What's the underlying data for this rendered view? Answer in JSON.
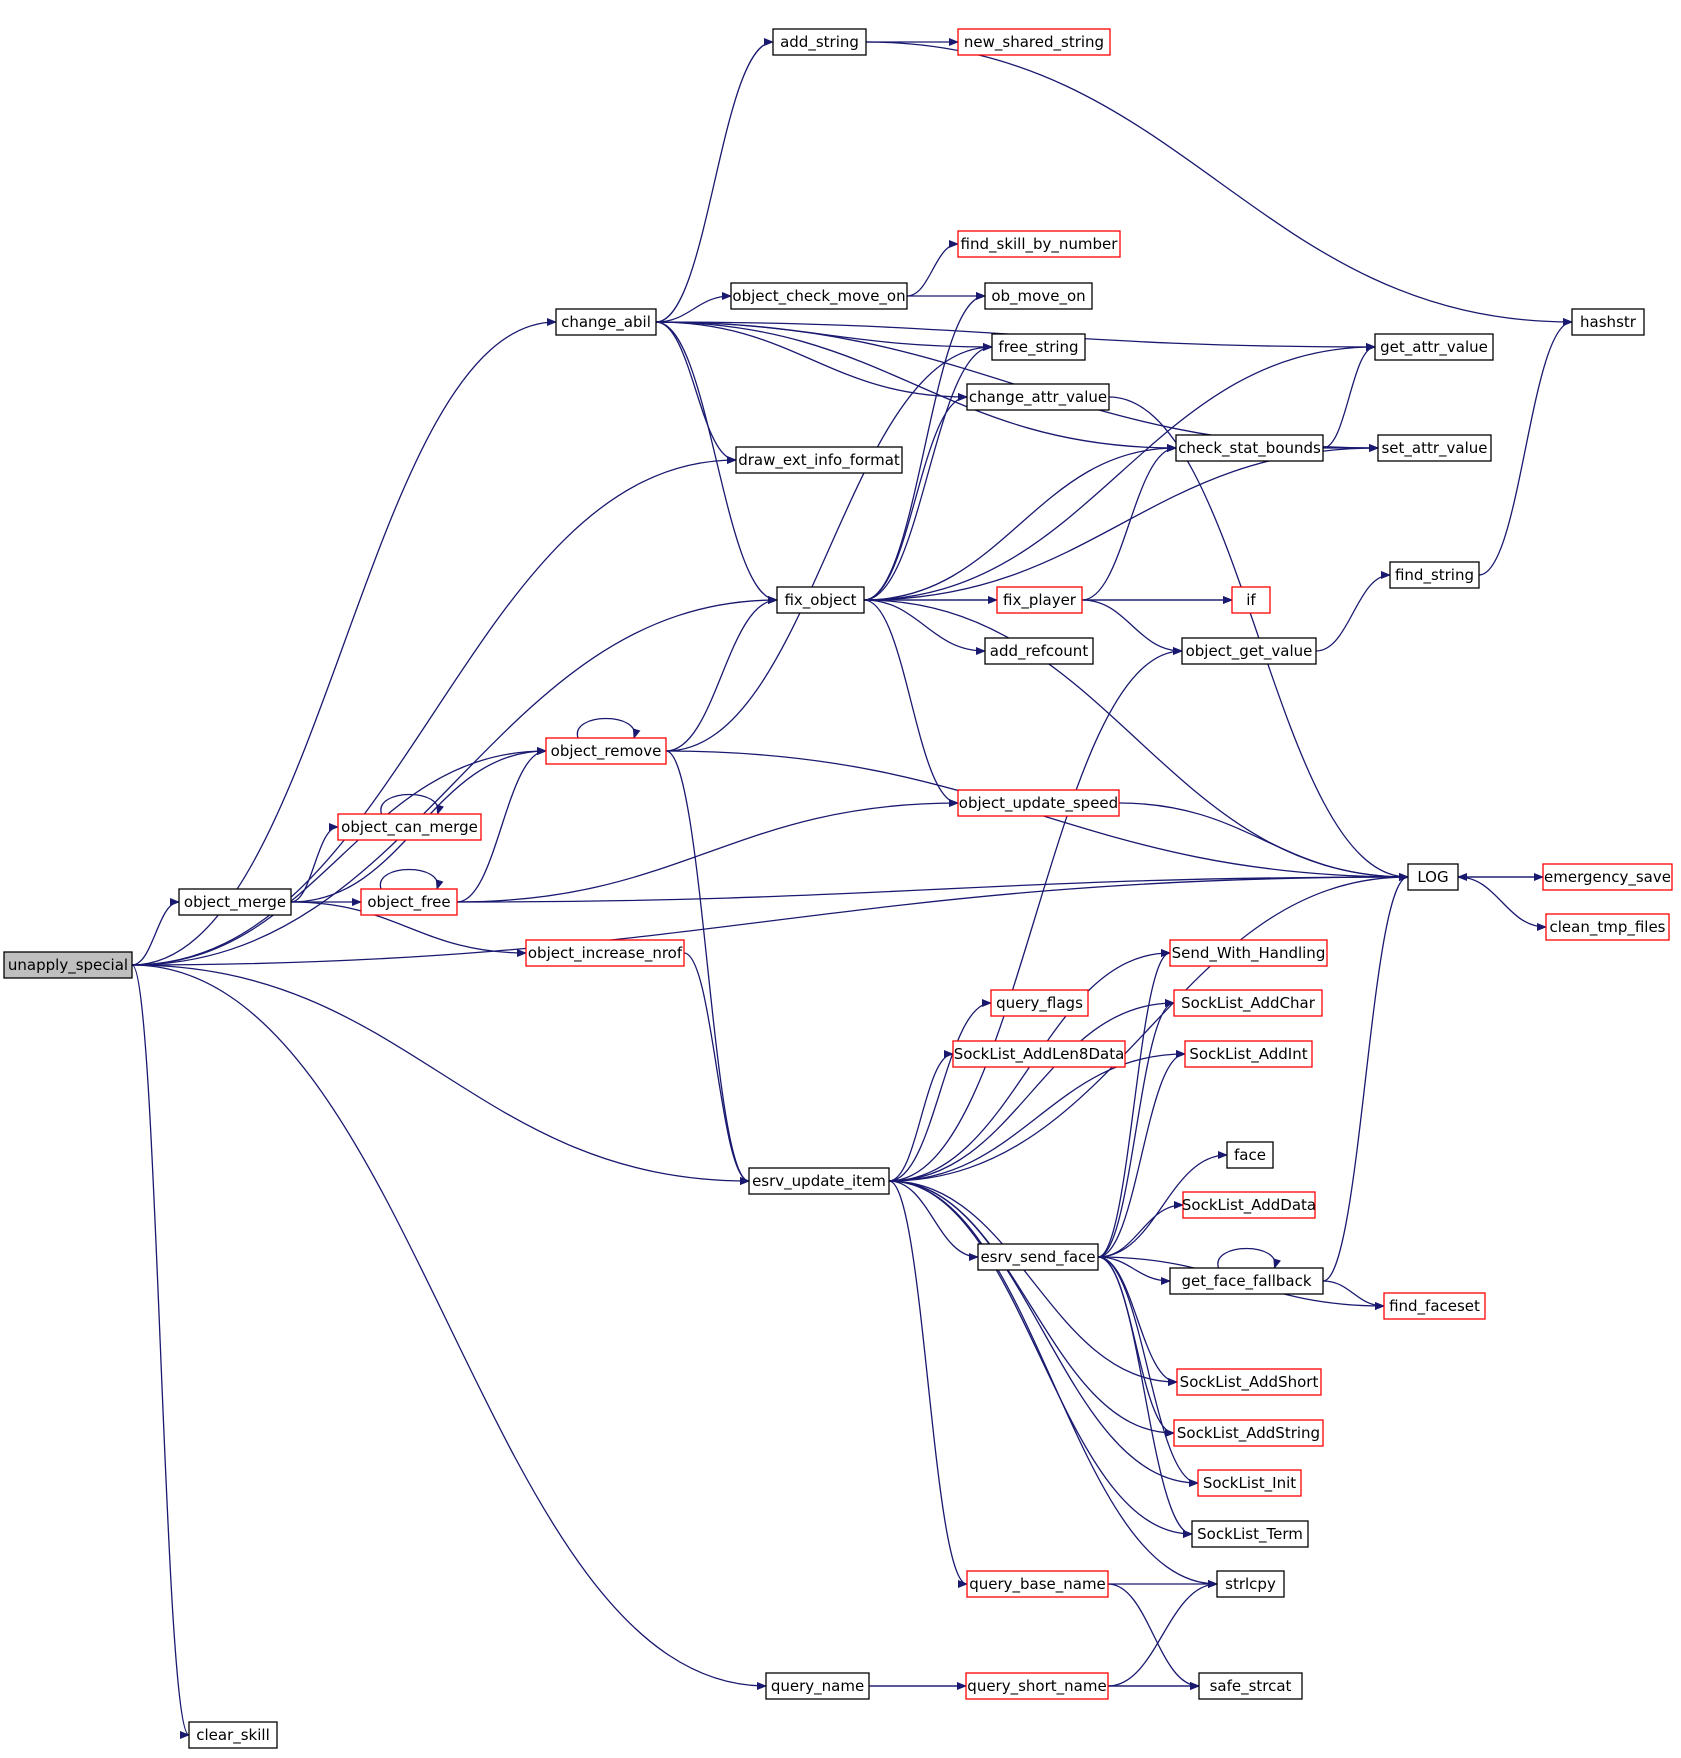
{
  "colors": {
    "edge": "#191970",
    "border_normal": "#000000",
    "border_truncated": "#ff0000",
    "root_fill": "#bfbfbf",
    "node_fill": "#ffffff"
  },
  "nodes": [
    {
      "id": "unapply_special",
      "label": "unapply_special",
      "root": true
    },
    {
      "id": "change_abil",
      "label": "change_abil"
    },
    {
      "id": "add_string",
      "label": "add_string"
    },
    {
      "id": "new_shared_string",
      "label": "new_shared_string",
      "truncated": true
    },
    {
      "id": "hashstr",
      "label": "hashstr"
    },
    {
      "id": "find_skill_by_number",
      "label": "find_skill_by_number",
      "truncated": true
    },
    {
      "id": "object_check_move_on",
      "label": "object_check_move_on"
    },
    {
      "id": "ob_move_on",
      "label": "ob_move_on"
    },
    {
      "id": "free_string",
      "label": "free_string"
    },
    {
      "id": "get_attr_value",
      "label": "get_attr_value"
    },
    {
      "id": "change_attr_value",
      "label": "change_attr_value"
    },
    {
      "id": "draw_ext_info_format",
      "label": "draw_ext_info_format"
    },
    {
      "id": "check_stat_bounds",
      "label": "check_stat_bounds"
    },
    {
      "id": "set_attr_value",
      "label": "set_attr_value"
    },
    {
      "id": "find_string",
      "label": "find_string"
    },
    {
      "id": "fix_object",
      "label": "fix_object"
    },
    {
      "id": "fix_player",
      "label": "fix_player",
      "truncated": true
    },
    {
      "id": "if",
      "label": "if",
      "truncated": true
    },
    {
      "id": "add_refcount",
      "label": "add_refcount"
    },
    {
      "id": "object_get_value",
      "label": "object_get_value"
    },
    {
      "id": "object_remove",
      "label": "object_remove",
      "truncated": true
    },
    {
      "id": "object_can_merge",
      "label": "object_can_merge",
      "truncated": true
    },
    {
      "id": "object_update_speed",
      "label": "object_update_speed",
      "truncated": true
    },
    {
      "id": "LOG",
      "label": "LOG"
    },
    {
      "id": "emergency_save",
      "label": "emergency_save",
      "truncated": true
    },
    {
      "id": "clean_tmp_files",
      "label": "clean_tmp_files",
      "truncated": true
    },
    {
      "id": "object_merge",
      "label": "object_merge"
    },
    {
      "id": "object_free",
      "label": "object_free",
      "truncated": true
    },
    {
      "id": "object_increase_nrof",
      "label": "object_increase_nrof",
      "truncated": true
    },
    {
      "id": "Send_With_Handling",
      "label": "Send_With_Handling",
      "truncated": true
    },
    {
      "id": "query_flags",
      "label": "query_flags",
      "truncated": true
    },
    {
      "id": "SockList_AddChar",
      "label": "SockList_AddChar",
      "truncated": true
    },
    {
      "id": "SockList_AddLen8Data",
      "label": "SockList_AddLen8Data",
      "truncated": true
    },
    {
      "id": "SockList_AddInt",
      "label": "SockList_AddInt",
      "truncated": true
    },
    {
      "id": "face",
      "label": "face"
    },
    {
      "id": "esrv_update_item",
      "label": "esrv_update_item"
    },
    {
      "id": "SockList_AddData",
      "label": "SockList_AddData",
      "truncated": true
    },
    {
      "id": "esrv_send_face",
      "label": "esrv_send_face"
    },
    {
      "id": "get_face_fallback",
      "label": "get_face_fallback"
    },
    {
      "id": "find_faceset",
      "label": "find_faceset",
      "truncated": true
    },
    {
      "id": "SockList_AddShort",
      "label": "SockList_AddShort",
      "truncated": true
    },
    {
      "id": "SockList_AddString",
      "label": "SockList_AddString",
      "truncated": true
    },
    {
      "id": "SockList_Init",
      "label": "SockList_Init",
      "truncated": true
    },
    {
      "id": "SockList_Term",
      "label": "SockList_Term"
    },
    {
      "id": "query_base_name",
      "label": "query_base_name",
      "truncated": true
    },
    {
      "id": "strlcpy",
      "label": "strlcpy"
    },
    {
      "id": "query_name",
      "label": "query_name"
    },
    {
      "id": "query_short_name",
      "label": "query_short_name",
      "truncated": true
    },
    {
      "id": "safe_strcat",
      "label": "safe_strcat"
    },
    {
      "id": "clear_skill",
      "label": "clear_skill"
    }
  ],
  "edges": [
    [
      "unapply_special",
      "change_abil"
    ],
    [
      "unapply_special",
      "draw_ext_info_format"
    ],
    [
      "unapply_special",
      "fix_object"
    ],
    [
      "unapply_special",
      "object_remove"
    ],
    [
      "unapply_special",
      "object_merge"
    ],
    [
      "unapply_special",
      "esrv_update_item"
    ],
    [
      "unapply_special",
      "LOG"
    ],
    [
      "unapply_special",
      "query_name"
    ],
    [
      "unapply_special",
      "clear_skill"
    ],
    [
      "change_abil",
      "add_string"
    ],
    [
      "change_abil",
      "get_attr_value"
    ],
    [
      "change_abil",
      "check_stat_bounds"
    ],
    [
      "change_abil",
      "set_attr_value"
    ],
    [
      "change_abil",
      "object_check_move_on"
    ],
    [
      "change_abil",
      "free_string"
    ],
    [
      "change_abil",
      "change_attr_value"
    ],
    [
      "change_abil",
      "draw_ext_info_format"
    ],
    [
      "change_abil",
      "fix_object"
    ],
    [
      "add_string",
      "new_shared_string"
    ],
    [
      "add_string",
      "hashstr"
    ],
    [
      "object_check_move_on",
      "find_skill_by_number"
    ],
    [
      "object_check_move_on",
      "ob_move_on"
    ],
    [
      "change_attr_value",
      "LOG"
    ],
    [
      "check_stat_bounds",
      "get_attr_value"
    ],
    [
      "check_stat_bounds",
      "set_attr_value"
    ],
    [
      "find_string",
      "hashstr"
    ],
    [
      "fix_object",
      "ob_move_on"
    ],
    [
      "fix_object",
      "free_string"
    ],
    [
      "fix_object",
      "change_attr_value"
    ],
    [
      "fix_object",
      "get_attr_value"
    ],
    [
      "fix_object",
      "check_stat_bounds"
    ],
    [
      "fix_object",
      "set_attr_value"
    ],
    [
      "fix_object",
      "fix_player"
    ],
    [
      "fix_object",
      "if"
    ],
    [
      "fix_object",
      "add_refcount"
    ],
    [
      "fix_object",
      "object_update_speed"
    ],
    [
      "fix_object",
      "LOG"
    ],
    [
      "fix_player",
      "if"
    ],
    [
      "fix_player",
      "check_stat_bounds"
    ],
    [
      "fix_player",
      "object_get_value"
    ],
    [
      "object_get_value",
      "find_string"
    ],
    [
      "object_remove",
      "object_remove"
    ],
    [
      "object_remove",
      "fix_object"
    ],
    [
      "object_remove",
      "free_string"
    ],
    [
      "object_remove",
      "LOG"
    ],
    [
      "object_remove",
      "esrv_update_item"
    ],
    [
      "object_merge",
      "object_remove"
    ],
    [
      "object_merge",
      "object_can_merge"
    ],
    [
      "object_merge",
      "object_free"
    ],
    [
      "object_merge",
      "object_increase_nrof"
    ],
    [
      "object_can_merge",
      "object_can_merge"
    ],
    [
      "object_free",
      "object_free"
    ],
    [
      "object_free",
      "object_remove"
    ],
    [
      "object_free",
      "object_update_speed"
    ],
    [
      "object_free",
      "LOG"
    ],
    [
      "object_increase_nrof",
      "esrv_update_item"
    ],
    [
      "object_update_speed",
      "LOG"
    ],
    [
      "LOG",
      "emergency_save"
    ],
    [
      "emergency_save",
      "LOG"
    ],
    [
      "LOG",
      "clean_tmp_files"
    ],
    [
      "esrv_update_item",
      "object_get_value"
    ],
    [
      "esrv_update_item",
      "query_flags"
    ],
    [
      "esrv_update_item",
      "SockList_AddLen8Data"
    ],
    [
      "esrv_update_item",
      "Send_With_Handling"
    ],
    [
      "esrv_update_item",
      "SockList_AddChar"
    ],
    [
      "esrv_update_item",
      "SockList_AddInt"
    ],
    [
      "esrv_update_item",
      "LOG"
    ],
    [
      "esrv_update_item",
      "esrv_send_face"
    ],
    [
      "esrv_update_item",
      "SockList_AddShort"
    ],
    [
      "esrv_update_item",
      "SockList_AddString"
    ],
    [
      "esrv_update_item",
      "SockList_Init"
    ],
    [
      "esrv_update_item",
      "SockList_Term"
    ],
    [
      "esrv_update_item",
      "query_base_name"
    ],
    [
      "esrv_update_item",
      "strlcpy"
    ],
    [
      "esrv_send_face",
      "Send_With_Handling"
    ],
    [
      "esrv_send_face",
      "SockList_AddChar"
    ],
    [
      "esrv_send_face",
      "SockList_AddInt"
    ],
    [
      "esrv_send_face",
      "face"
    ],
    [
      "esrv_send_face",
      "SockList_AddData"
    ],
    [
      "esrv_send_face",
      "get_face_fallback"
    ],
    [
      "esrv_send_face",
      "find_faceset"
    ],
    [
      "esrv_send_face",
      "SockList_AddShort"
    ],
    [
      "esrv_send_face",
      "SockList_AddString"
    ],
    [
      "esrv_send_face",
      "SockList_Init"
    ],
    [
      "esrv_send_face",
      "SockList_Term"
    ],
    [
      "get_face_fallback",
      "get_face_fallback"
    ],
    [
      "get_face_fallback",
      "find_faceset"
    ],
    [
      "get_face_fallback",
      "LOG"
    ],
    [
      "query_base_name",
      "strlcpy"
    ],
    [
      "query_base_name",
      "safe_strcat"
    ],
    [
      "query_name",
      "query_short_name"
    ],
    [
      "query_name",
      "safe_strcat"
    ],
    [
      "query_short_name",
      "strlcpy"
    ],
    [
      "query_short_name",
      "safe_strcat"
    ]
  ]
}
